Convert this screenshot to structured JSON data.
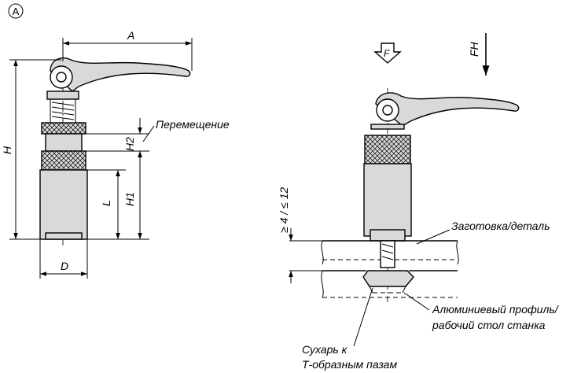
{
  "view_marker": "A",
  "dimensions": {
    "A": "A",
    "H": "H",
    "H1": "H1",
    "H2": "H2",
    "L": "L",
    "D": "D",
    "range": "≥ 4 / ≤ 12"
  },
  "forces": {
    "F": "F",
    "FH": "FH"
  },
  "labels": {
    "movement": "Перемещение",
    "workpiece": "Заготовка/деталь",
    "profile_line1": "Алюминиевый профиль/",
    "profile_line2": "рабочий стол станка",
    "tslot_line1": "Сухарь к",
    "tslot_line2": "Т-образным пазам"
  }
}
